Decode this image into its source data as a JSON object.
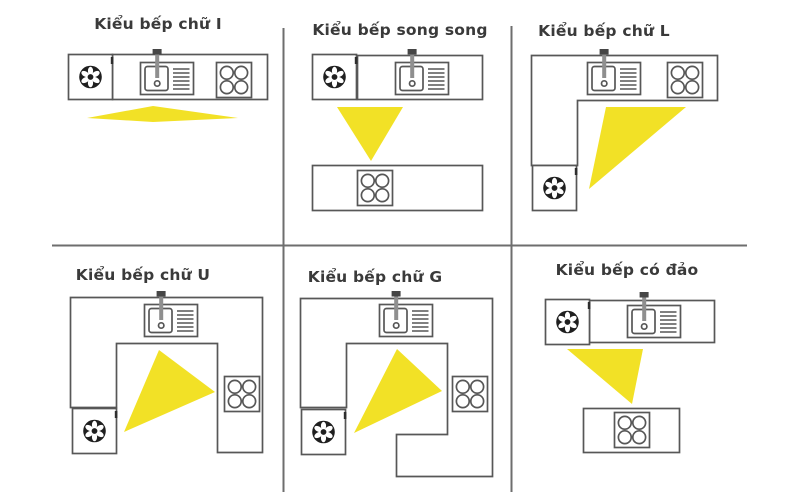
{
  "diagram": {
    "colors": {
      "background": "#ffffff",
      "line": "#575757",
      "highlight": "#f2e126",
      "text": "#3a3a3a"
    },
    "panels": [
      {
        "title": "Kiểu bếp chữ I",
        "layout_type": "I-shape",
        "elements": [
          "fridge-icon",
          "sink-icon",
          "cooktop-icon",
          "work-triangle"
        ]
      },
      {
        "title": "Kiểu bếp song song",
        "layout_type": "parallel",
        "elements": [
          "fridge-icon",
          "sink-icon",
          "cooktop-icon",
          "work-triangle"
        ]
      },
      {
        "title": "Kiểu bếp chữ L",
        "layout_type": "L-shape",
        "elements": [
          "fridge-icon",
          "sink-icon",
          "cooktop-icon",
          "work-triangle"
        ]
      },
      {
        "title": "Kiểu bếp chữ U",
        "layout_type": "U-shape",
        "elements": [
          "fridge-icon",
          "sink-icon",
          "cooktop-icon",
          "work-triangle"
        ]
      },
      {
        "title": "Kiểu bếp chữ G",
        "layout_type": "G-shape",
        "elements": [
          "fridge-icon",
          "sink-icon",
          "cooktop-icon",
          "work-triangle"
        ]
      },
      {
        "title": "Kiểu bếp có đảo",
        "layout_type": "island",
        "elements": [
          "fridge-icon",
          "sink-icon",
          "cooktop-icon",
          "work-triangle"
        ]
      }
    ]
  }
}
